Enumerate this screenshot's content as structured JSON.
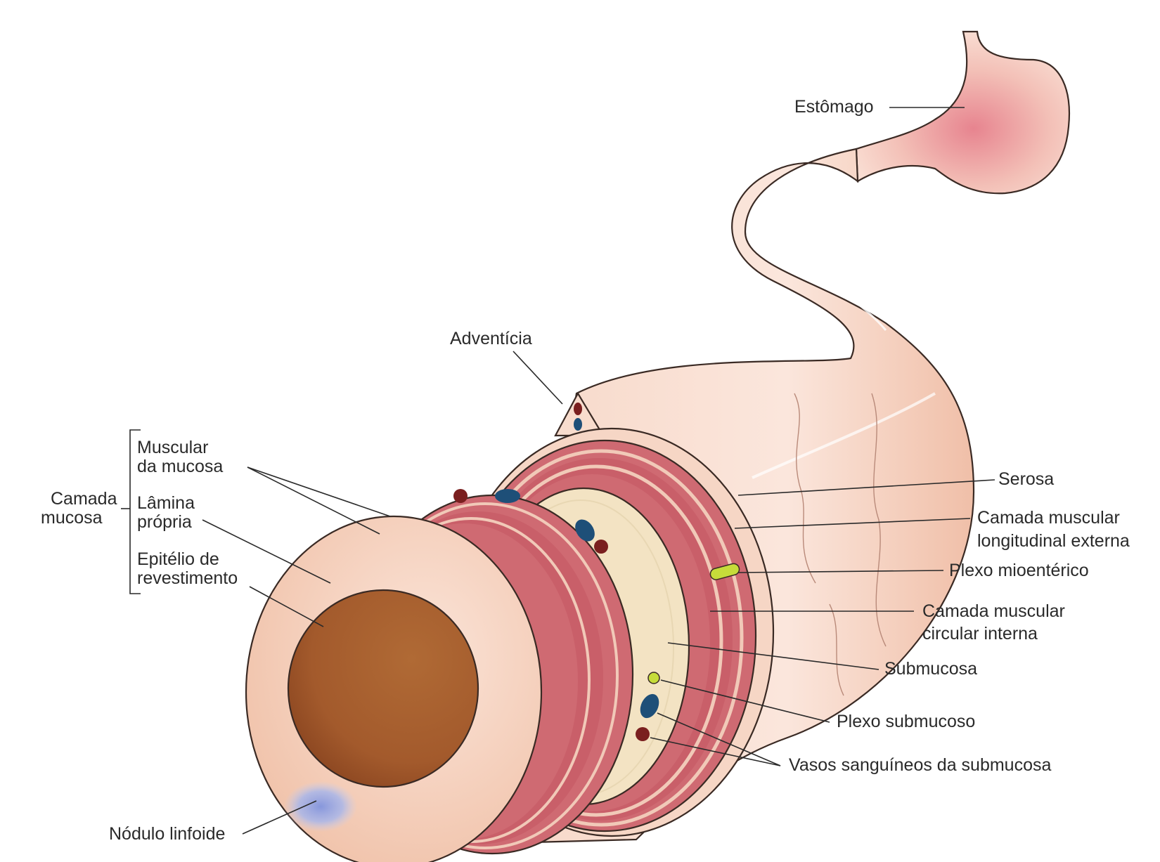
{
  "labels": {
    "estomago": "Estômago",
    "adventicia": "Adventícia",
    "muscular_da_mucosa_1": "Muscular",
    "muscular_da_mucosa_2": "da mucosa",
    "camada_mucosa_1": "Camada",
    "camada_mucosa_2": "mucosa",
    "lamina_propria_1": "Lâmina",
    "lamina_propria_2": "própria",
    "epitelio_1": "Epitélio de",
    "epitelio_2": "revestimento",
    "serosa": "Serosa",
    "longitudinal_1": "Camada muscular",
    "longitudinal_2": "longitudinal externa",
    "plexo_mioenterico": "Plexo mioentérico",
    "circular_1": "Camada muscular",
    "circular_2": "circular interna",
    "submucosa": "Submucosa",
    "plexo_submucoso": "Plexo submucoso",
    "vasos": "Vasos sanguíneos da submucosa",
    "nodulo": "Nódulo linfoide"
  },
  "colors": {
    "skin": "#f4cdb8",
    "muscle": "#cf6a72",
    "submucosa": "#f3e3c3",
    "lumen": "#a9602e",
    "lymph": "#8fa3e0",
    "vessel_red": "#7a1f1f",
    "vessel_blue": "#1e4f78",
    "nerve": "#c6dc3a"
  }
}
